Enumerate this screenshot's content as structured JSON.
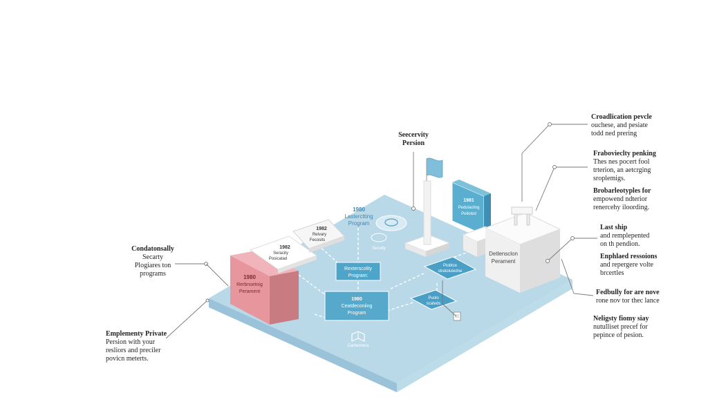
{
  "top_label": {
    "line1": "Seecervity",
    "line2": "Persion"
  },
  "callouts_left": [
    {
      "title": "Condatonsally",
      "lines": [
        "Secarty",
        "Plogiares ton",
        "programs"
      ]
    },
    {
      "title": "Emplementy Private",
      "lines": [
        "Persion with your",
        "resliors and preciler",
        "povicn meterts."
      ]
    }
  ],
  "callouts_right": [
    {
      "title": "Croadlication pevcle",
      "lines": [
        "ouchese, and pesiate",
        "todd ned prering"
      ]
    },
    {
      "title": "Frabovieclty penking",
      "lines": [
        "Thes nes pocert fool",
        "trterion, an aetcrging",
        "sroplemigs."
      ]
    },
    {
      "title": "Brobarleotyples for",
      "lines": [
        "empowend ndterior",
        "renercehy iloording."
      ]
    },
    {
      "title": "Last ship",
      "lines": [
        "and remplepented",
        "on th pendion."
      ]
    },
    {
      "title": "Enphlaed ressoions",
      "lines": [
        "and repergere volte",
        "brcertles"
      ]
    },
    {
      "title": "Fedbully for are nove",
      "lines": [
        "rone nov tor thec lance"
      ]
    },
    {
      "title": "Neligsty fiomy siay",
      "lines": [
        "nutulliset precef for",
        "pepince of pesion."
      ]
    }
  ],
  "boxes": {
    "top_center": {
      "line1": "1980",
      "line2": "Lasterctting",
      "line3": "Program"
    },
    "middle": {
      "line1": "Rexterscolity",
      "line2": "Program:"
    },
    "bottom": {
      "line1": "1980",
      "line2": "Ceatdeconiing",
      "line3": "Program"
    },
    "small_right_1": {
      "line1": "Piobtce",
      "line2": "stratolutedne"
    },
    "small_right_2": {
      "line1": "Puolo",
      "line2": "scateds"
    },
    "panel_blue": {
      "line1": "1981",
      "line2": "Pedulacling",
      "line3": "Pelloted"
    },
    "red_block": {
      "line1": "1980",
      "line2": "Rerbnsetnig",
      "line3": "Perament"
    },
    "white_block": {
      "line1": "Detlensclon",
      "line2": "Perament"
    },
    "card_1": {
      "line1": "1982",
      "line2": "Seracity",
      "line3": "Posicatad"
    },
    "card_2": {
      "line1": "1982",
      "line2": "Relvary",
      "line3": "Fecosits"
    },
    "bottom_icon_label": "Carteoneca",
    "circle_label": "Secoity"
  },
  "colors": {
    "platform_top": "#b9d9ea",
    "platform_side": "#9ec7de",
    "box_blue": "#5aaed0",
    "red_block": "#e08a92",
    "white_block": "#f4f4f4",
    "line": "#777777"
  }
}
